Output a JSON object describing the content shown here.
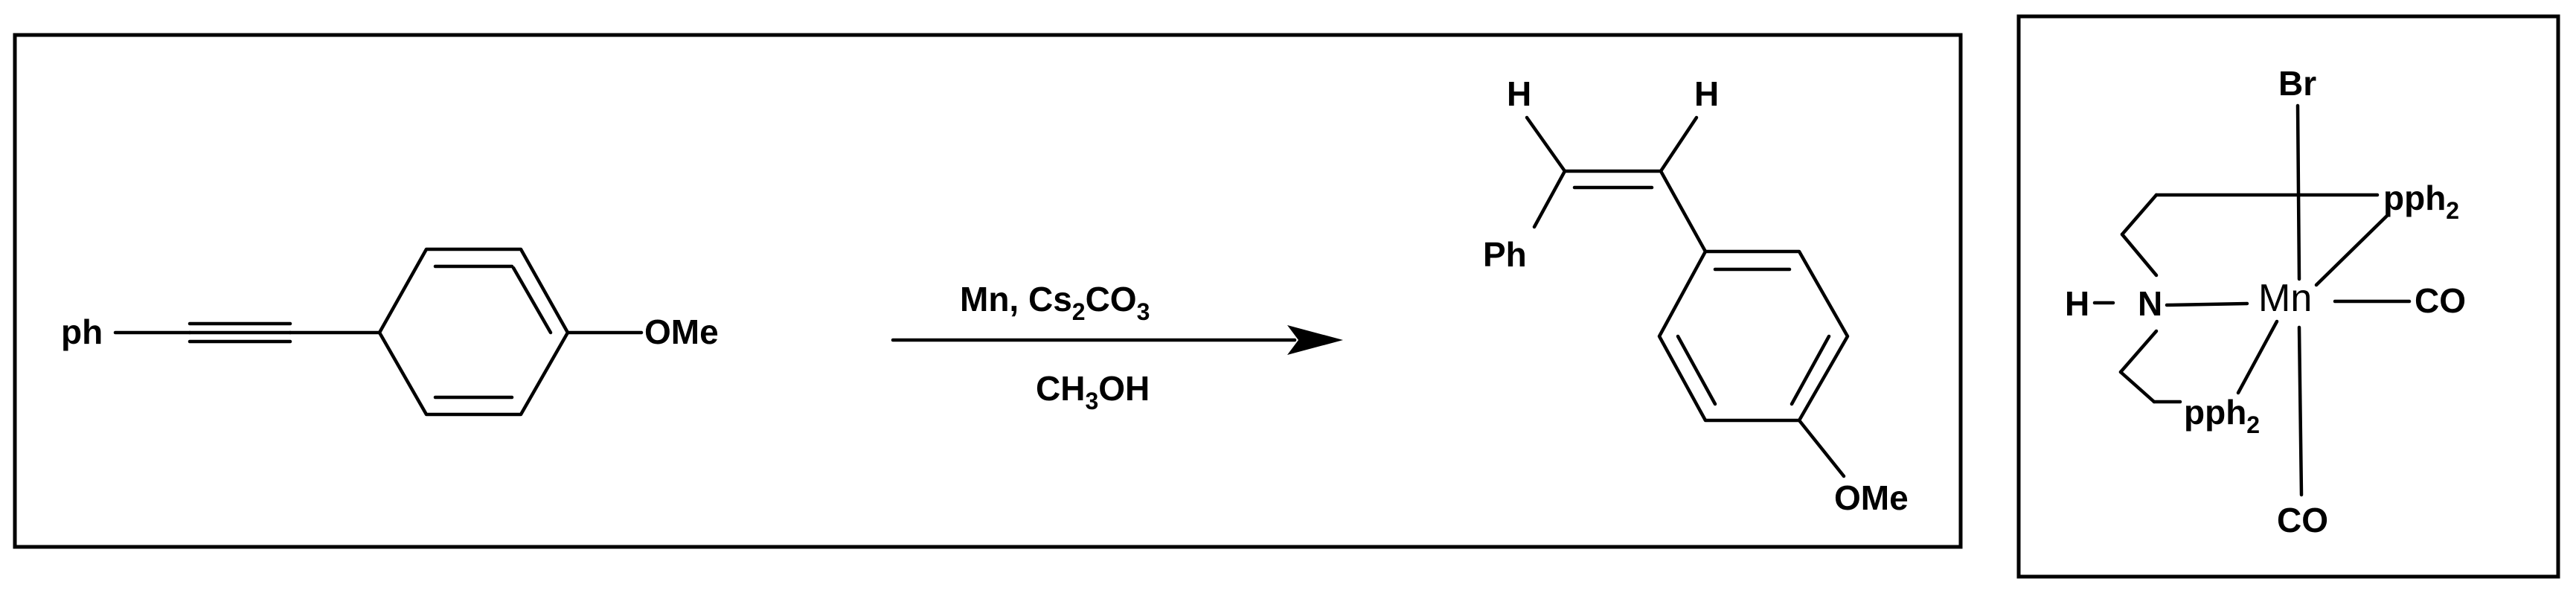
{
  "reaction": {
    "reactant": {
      "ph_label": "ph",
      "ome_label": "OMe"
    },
    "arrow": {
      "reagent_mn": "Mn, Cs",
      "reagent_sub1": "2",
      "reagent_co": "CO",
      "reagent_sub2": "3",
      "solvent_ch": "CH",
      "solvent_sub": "3",
      "solvent_oh": "OH"
    },
    "product": {
      "h1": "H",
      "h2": "H",
      "ph_label": "Ph",
      "ome_label": "OMe"
    }
  },
  "catalyst": {
    "br": "Br",
    "mn": "Mn",
    "n": "N",
    "h": "H",
    "co_right": "CO",
    "co_bottom": "CO",
    "pph_top": "pph",
    "pph_top_sub": "2",
    "pph_bottom": "pph",
    "pph_bottom_sub": "2"
  }
}
